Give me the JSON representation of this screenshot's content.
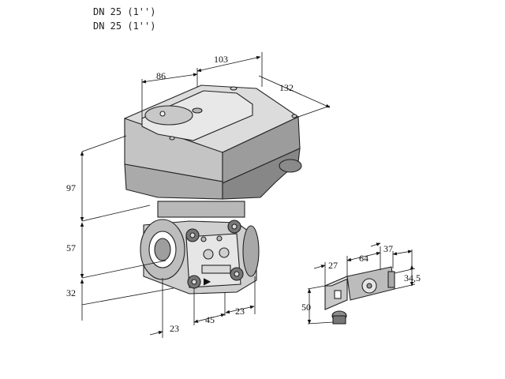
{
  "header": {
    "line1": "DN 25 (1'')",
    "line2": "DN 25 (1'')"
  },
  "dimensions": {
    "top_left_width": "86",
    "top_right_width": "103",
    "depth": "132",
    "actuator_height": "97",
    "valve_upper_height": "57",
    "valve_lower_height": "32",
    "bottom_offset_left": "23",
    "bottom_width": "45",
    "bottom_offset_right": "23",
    "plug_top_left": "27",
    "plug_top_mid": "64",
    "plug_top_right": "37",
    "plug_side": "34,5",
    "plug_height": "50"
  },
  "symbols": {
    "flow_arrow": "▶"
  }
}
